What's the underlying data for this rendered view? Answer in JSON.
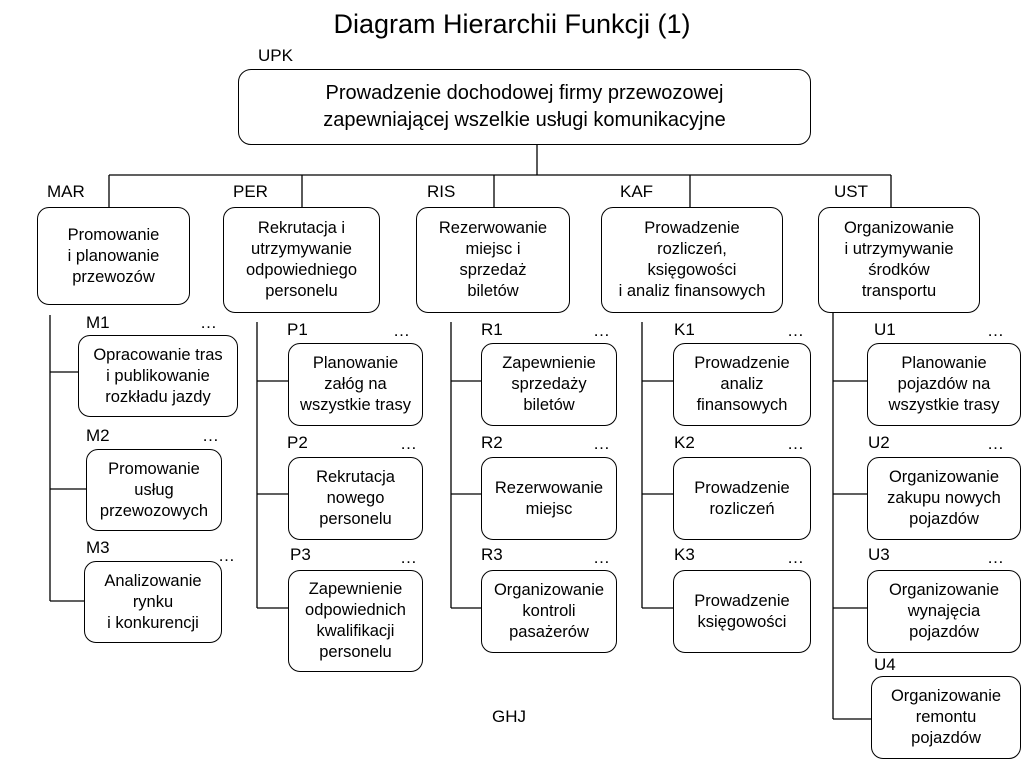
{
  "title": "Diagram Hierarchii Funkcji (1)",
  "root": {
    "code": "UPK",
    "text": "Prowadzenie dochodowej firmy przewozowej\nzapewniającej wszelkie usługi komunikacyjne"
  },
  "groups": [
    {
      "code": "MAR",
      "text": "Promowanie\ni planowanie\nprzewozów",
      "children": [
        {
          "code": "M1",
          "dots": "…",
          "text": "Opracowanie tras\ni publikowanie\nrozkładu  jazdy"
        },
        {
          "code": "M2",
          "dots": "…",
          "text": "Promowanie\nusług\nprzewozowych"
        },
        {
          "code": "M3",
          "dots": "…",
          "text": "Analizowanie\nrynku\ni konkurencji"
        }
      ]
    },
    {
      "code": "PER",
      "text": "Rekrutacja i\nutrzymywanie\nodpowiedniego\npersonelu",
      "children": [
        {
          "code": "P1",
          "dots": "…",
          "text": "Planowanie\nzałóg na\nwszystkie trasy"
        },
        {
          "code": "P2",
          "dots": "…",
          "text": "Rekrutacja\nnowego\npersonelu"
        },
        {
          "code": "P3",
          "dots": "…",
          "text": "Zapewnienie\nodpowiednich\nkwalifikacji\npersonelu"
        }
      ]
    },
    {
      "code": "RIS",
      "text": "Rezerwowanie\nmiejsc i\nsprzedaż\nbiletów",
      "children": [
        {
          "code": "R1",
          "dots": "…",
          "text": "Zapewnienie\nsprzedaży\nbiletów"
        },
        {
          "code": "R2",
          "dots": "…",
          "text": "Rezerwowanie\nmiejsc"
        },
        {
          "code": "R3",
          "dots": "…",
          "text": "Organizowanie\nkontroli\npasażerów"
        }
      ]
    },
    {
      "code": "KAF",
      "text": "Prowadzenie\nrozliczeń,\nksięgowości\ni analiz finansowych",
      "children": [
        {
          "code": "K1",
          "dots": "…",
          "text": "Prowadzenie\nanaliz\nfinansowych"
        },
        {
          "code": "K2",
          "dots": "…",
          "text": "Prowadzenie\nrozliczeń"
        },
        {
          "code": "K3",
          "dots": "…",
          "text": "Prowadzenie\nksięgowości"
        }
      ]
    },
    {
      "code": "UST",
      "text": "Organizowanie\ni utrzymywanie\nśrodków\ntransportu",
      "children": [
        {
          "code": "U1",
          "dots": "…",
          "text": "Planowanie\npojazdów na\nwszystkie trasy"
        },
        {
          "code": "U2",
          "dots": "…",
          "text": "Organizowanie\nzakupu nowych\npojazdów"
        },
        {
          "code": "U3",
          "dots": "…",
          "text": "Organizowanie\nwynajęcia\npojazdów"
        },
        {
          "code": "U4",
          "text": "Organizowanie\nremontu\npojazdów"
        }
      ]
    }
  ],
  "footer": "GHJ"
}
